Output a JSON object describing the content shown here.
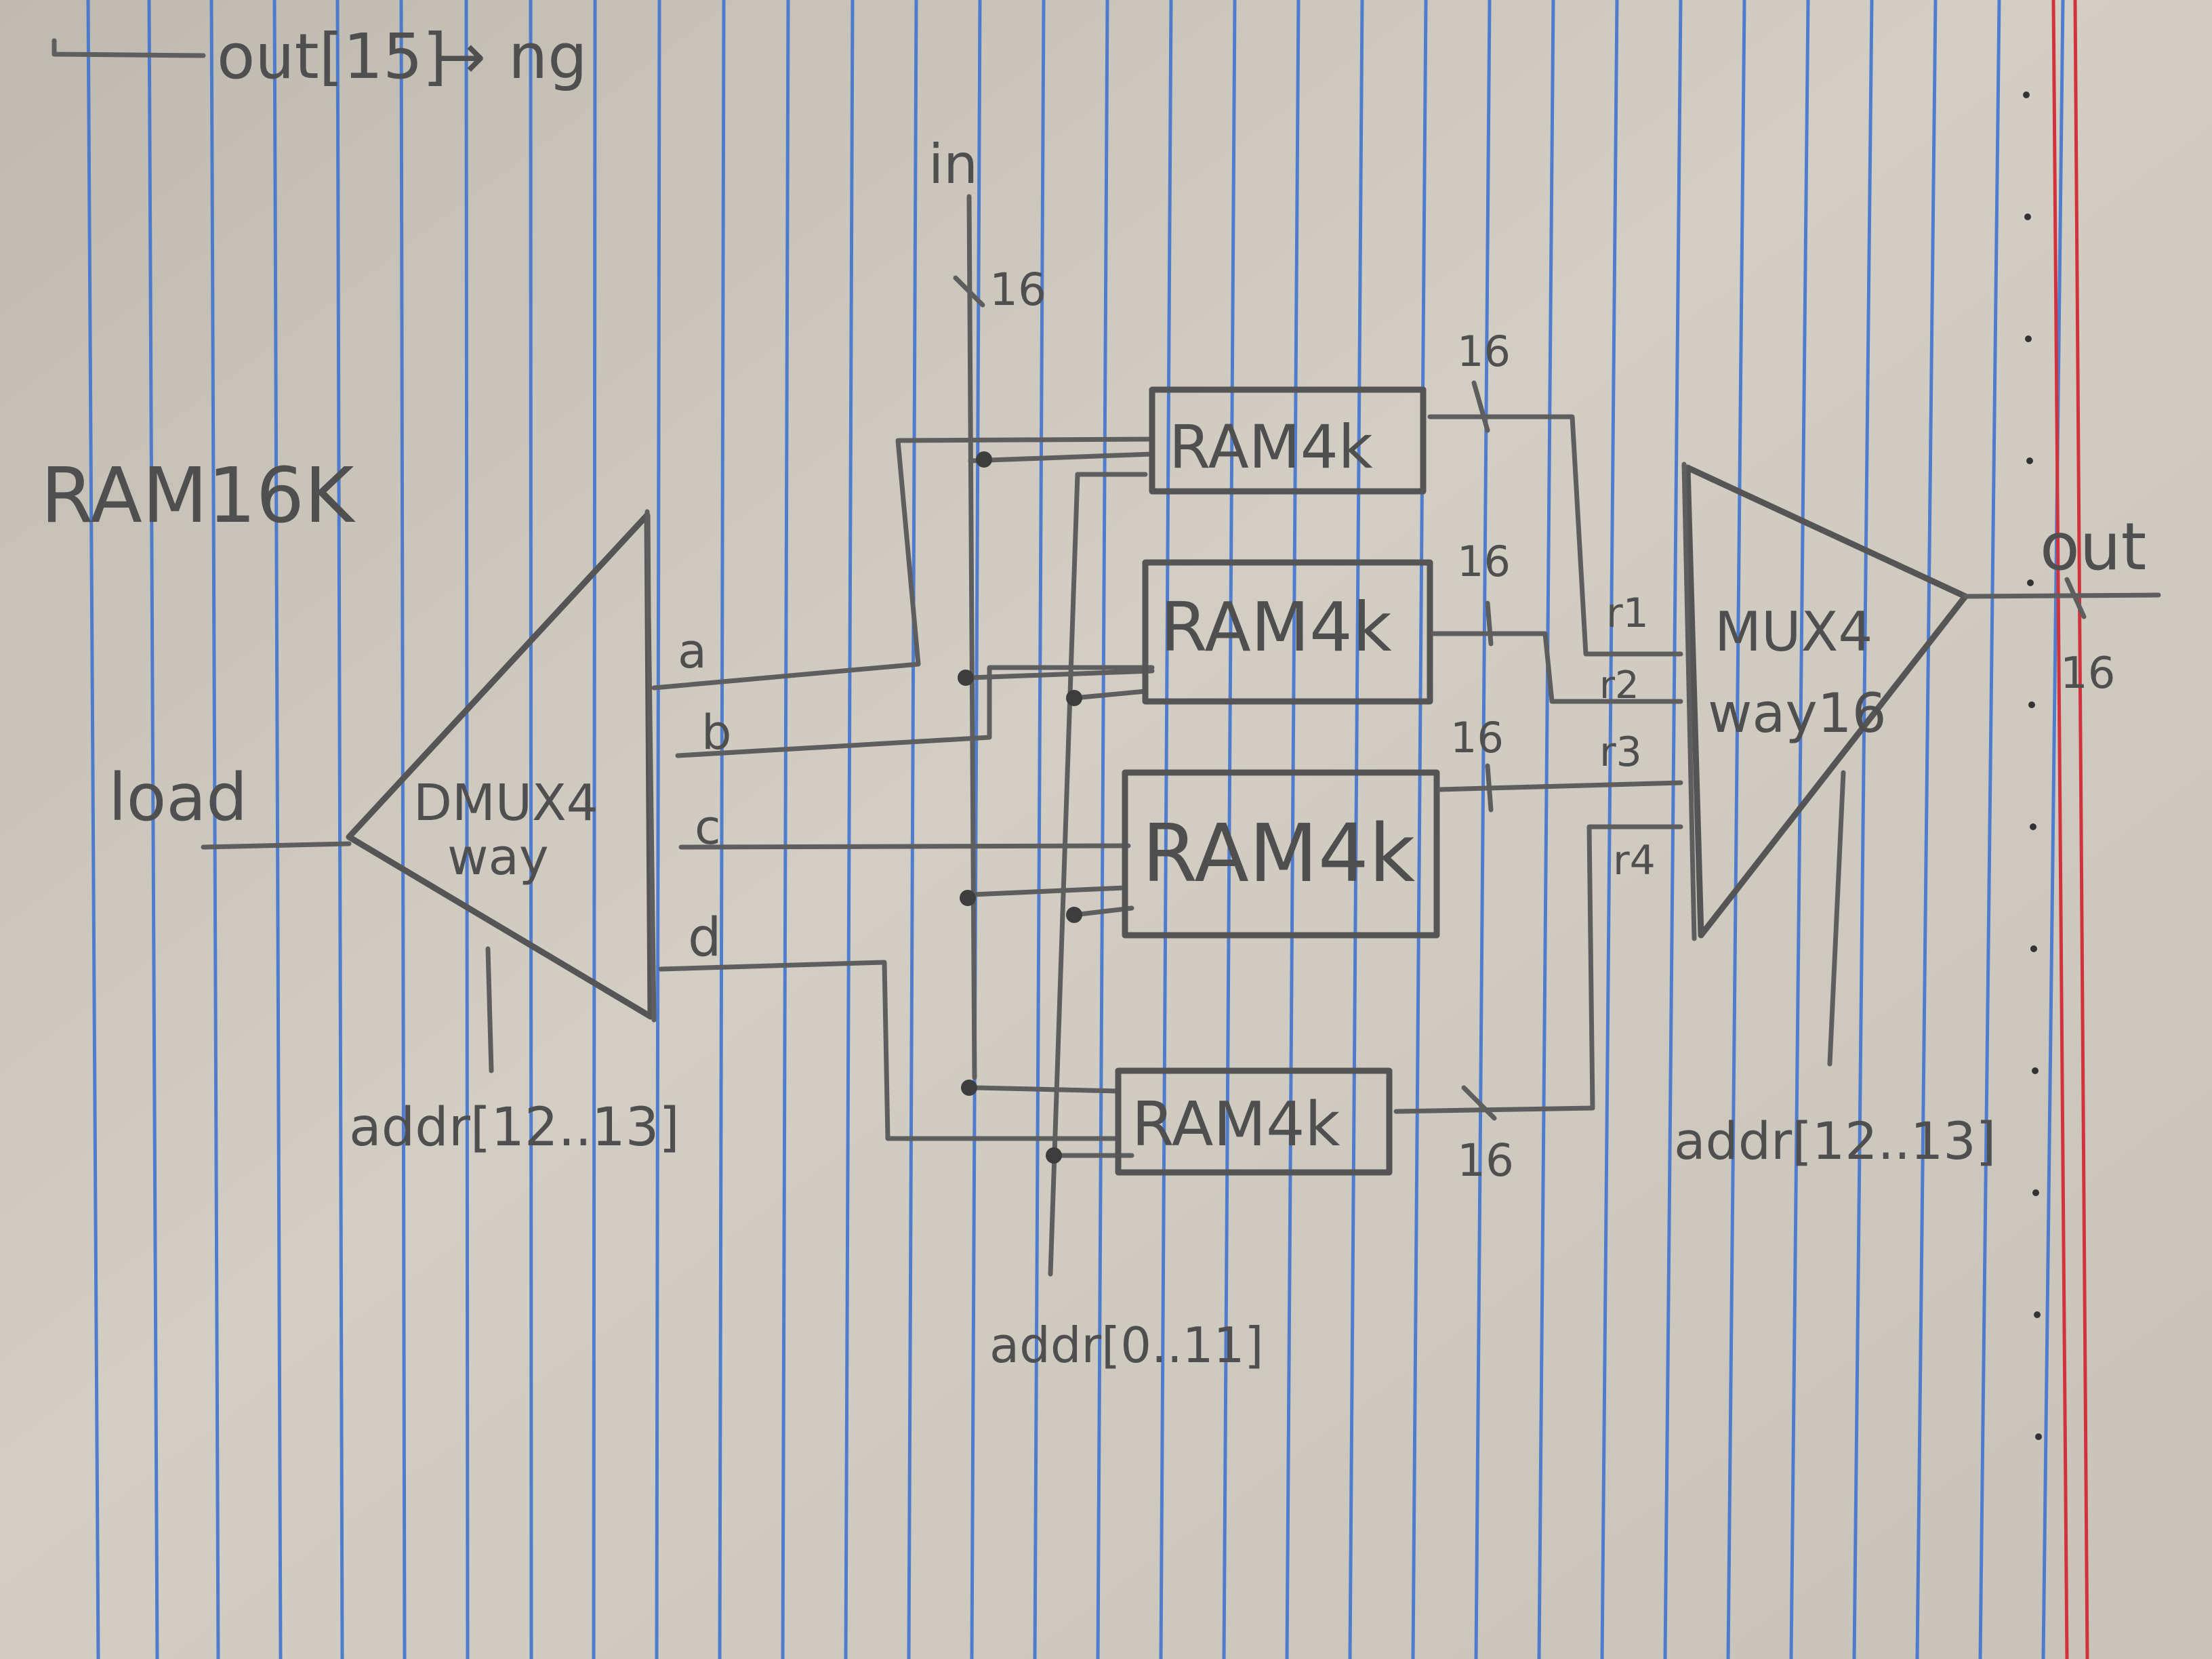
{
  "header_note": {
    "bus": "out[15]",
    "arrow": "→",
    "flag": "ng"
  },
  "title": "RAM16K",
  "inputs": {
    "in": "in",
    "in_width": "16",
    "load": "load",
    "addr_low": "addr[0..11]"
  },
  "dmux": {
    "label_line1": "DMUX4",
    "label_line2": "way",
    "select": "addr[12..13]",
    "outputs": [
      "a",
      "b",
      "c",
      "d"
    ]
  },
  "rams": [
    {
      "label": "RAM4k",
      "width": "16"
    },
    {
      "label": "RAM4k",
      "width": "16"
    },
    {
      "label": "RAM4k",
      "width": "16"
    },
    {
      "label": "RAM4k",
      "width": "16"
    }
  ],
  "mux": {
    "label_line1": "MUX4",
    "label_line2": "way16",
    "inputs": [
      "r1",
      "r2",
      "r3",
      "r4"
    ],
    "select": "addr[12..13]"
  },
  "output": {
    "label": "out",
    "width": "16"
  },
  "colors": {
    "paper": "#cfcac0",
    "rule_line": "#3a6fd0",
    "margin_line": "#d2323c",
    "pencil": "#555555"
  }
}
